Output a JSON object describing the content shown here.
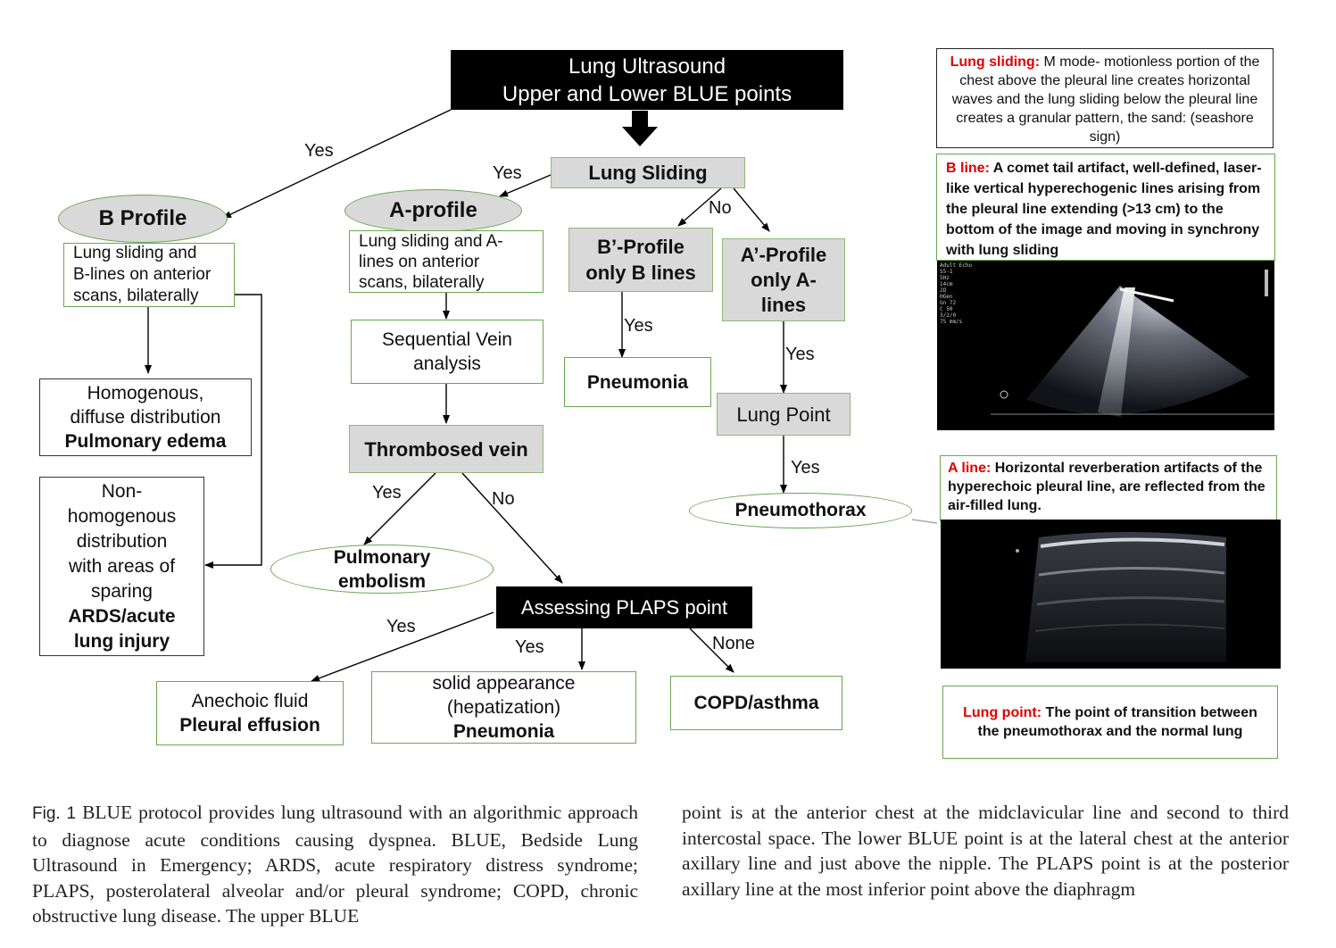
{
  "title": {
    "line1": "Lung Ultrasound",
    "line2": "Upper and Lower BLUE points"
  },
  "lung_sliding": "Lung Sliding",
  "b_profile": {
    "title": "B Profile",
    "desc": [
      "Lung sliding and",
      "B-lines on anterior",
      "scans, bilaterally"
    ],
    "homog": {
      "line1": "Homogenous,",
      "line2": "diffuse distribution",
      "result": "Pulmonary edema"
    },
    "nonhomog": {
      "lines": [
        "Non-",
        "homogenous",
        "distribution",
        "with areas of",
        "sparing"
      ],
      "result1": "ARDS/acute",
      "result2": "lung injury"
    }
  },
  "a_profile": {
    "title": "A-profile",
    "desc": [
      "Lung sliding and A-",
      "lines on anterior",
      "scans, bilaterally"
    ],
    "vein": [
      "Sequential Vein",
      "analysis"
    ],
    "thrombosed": "Thrombosed vein",
    "pe": [
      "Pulmonary",
      "embolism"
    ],
    "plaps": "Assessing PLAPS point",
    "effusion": {
      "line1": "Anechoic fluid",
      "result": "Pleural effusion"
    },
    "pneumonia2": {
      "line1": "solid appearance",
      "line2": "(hepatization)",
      "result": "Pneumonia"
    },
    "copd": "COPD/asthma"
  },
  "bprime": {
    "line1": "B’-Profile",
    "line2": "only B lines",
    "result": "Pneumonia"
  },
  "aprime": {
    "line1": "A’-Profile",
    "line2": "only A-",
    "line3": "lines",
    "lung_point": "Lung Point",
    "result": "Pneumothorax"
  },
  "labels": {
    "yes": "Yes",
    "no": "No",
    "none": "None"
  },
  "notes": {
    "sliding": {
      "key": "Lung sliding:",
      "text": " M mode- motionless portion of the chest above the pleural line creates horizontal waves and the lung sliding below the pleural line creates a granular pattern, the sand:  (seashore sign)"
    },
    "bline": {
      "key": "B line:",
      "text": " A comet tail artifact, well-defined, laser-like vertical hyperechogenic lines arising from the pleural line extending (>13 cm) to the bottom of the image and moving in synchrony with lung sliding"
    },
    "aline": {
      "key": "A line:",
      "text": " Horizontal reverberation artifacts of the hyperechoic pleural line, are reflected from the air-filled lung."
    },
    "lungpoint": {
      "key": "Lung point:",
      "text": " The point of transition between the pneumothorax and the normal lung"
    }
  },
  "us_overlay": [
    "Adult Echo",
    "S5-1",
    "5Hz",
    "14cm",
    "2D",
    "HGen",
    "Gn 72",
    "C 50",
    "3/2/0",
    "75 mm/s"
  ],
  "caption": {
    "fig": "Fig. 1",
    "left": " BLUE protocol provides lung ultrasound with an algorithmic approach to diagnose acute conditions causing dyspnea. BLUE, Bedside Lung Ultrasound in Emergency; ARDS, acute respiratory distress syndrome; PLAPS, posterolateral alveolar and/or pleural syndrome; COPD, chronic obstructive lung disease. The upper BLUE",
    "right": "point is at the anterior chest at the midclavicular line and second to third intercostal space. The lower BLUE point is at the lateral chest at the anterior axillary line and just above the nipple. The PLAPS point is at the posterior axillary line at the most inferior point above the diaphragm"
  }
}
